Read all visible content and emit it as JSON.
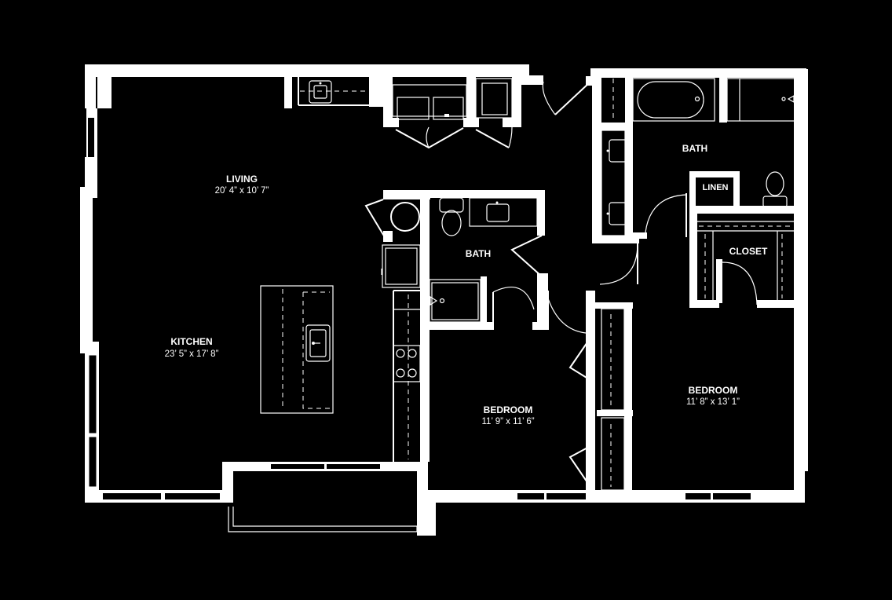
{
  "rooms": {
    "living": {
      "name": "LIVING",
      "dims": "20’ 4” x 10’ 7”"
    },
    "kitchen": {
      "name": "KITCHEN",
      "dims": "23’ 5” x 17’ 8”"
    },
    "bath_hall": {
      "name": "BATH"
    },
    "bath_master": {
      "name": "BATH"
    },
    "linen": {
      "name": "LINEN"
    },
    "closet": {
      "name": "CLOSET"
    },
    "bedroom_1": {
      "name": "BEDROOM",
      "dims": "11’ 9” x 11’ 6”"
    },
    "bedroom_2": {
      "name": "BEDROOM",
      "dims": "11’ 8” x 13’ 1”"
    }
  },
  "colors": {
    "background": "#000000",
    "line": "#ffffff"
  }
}
